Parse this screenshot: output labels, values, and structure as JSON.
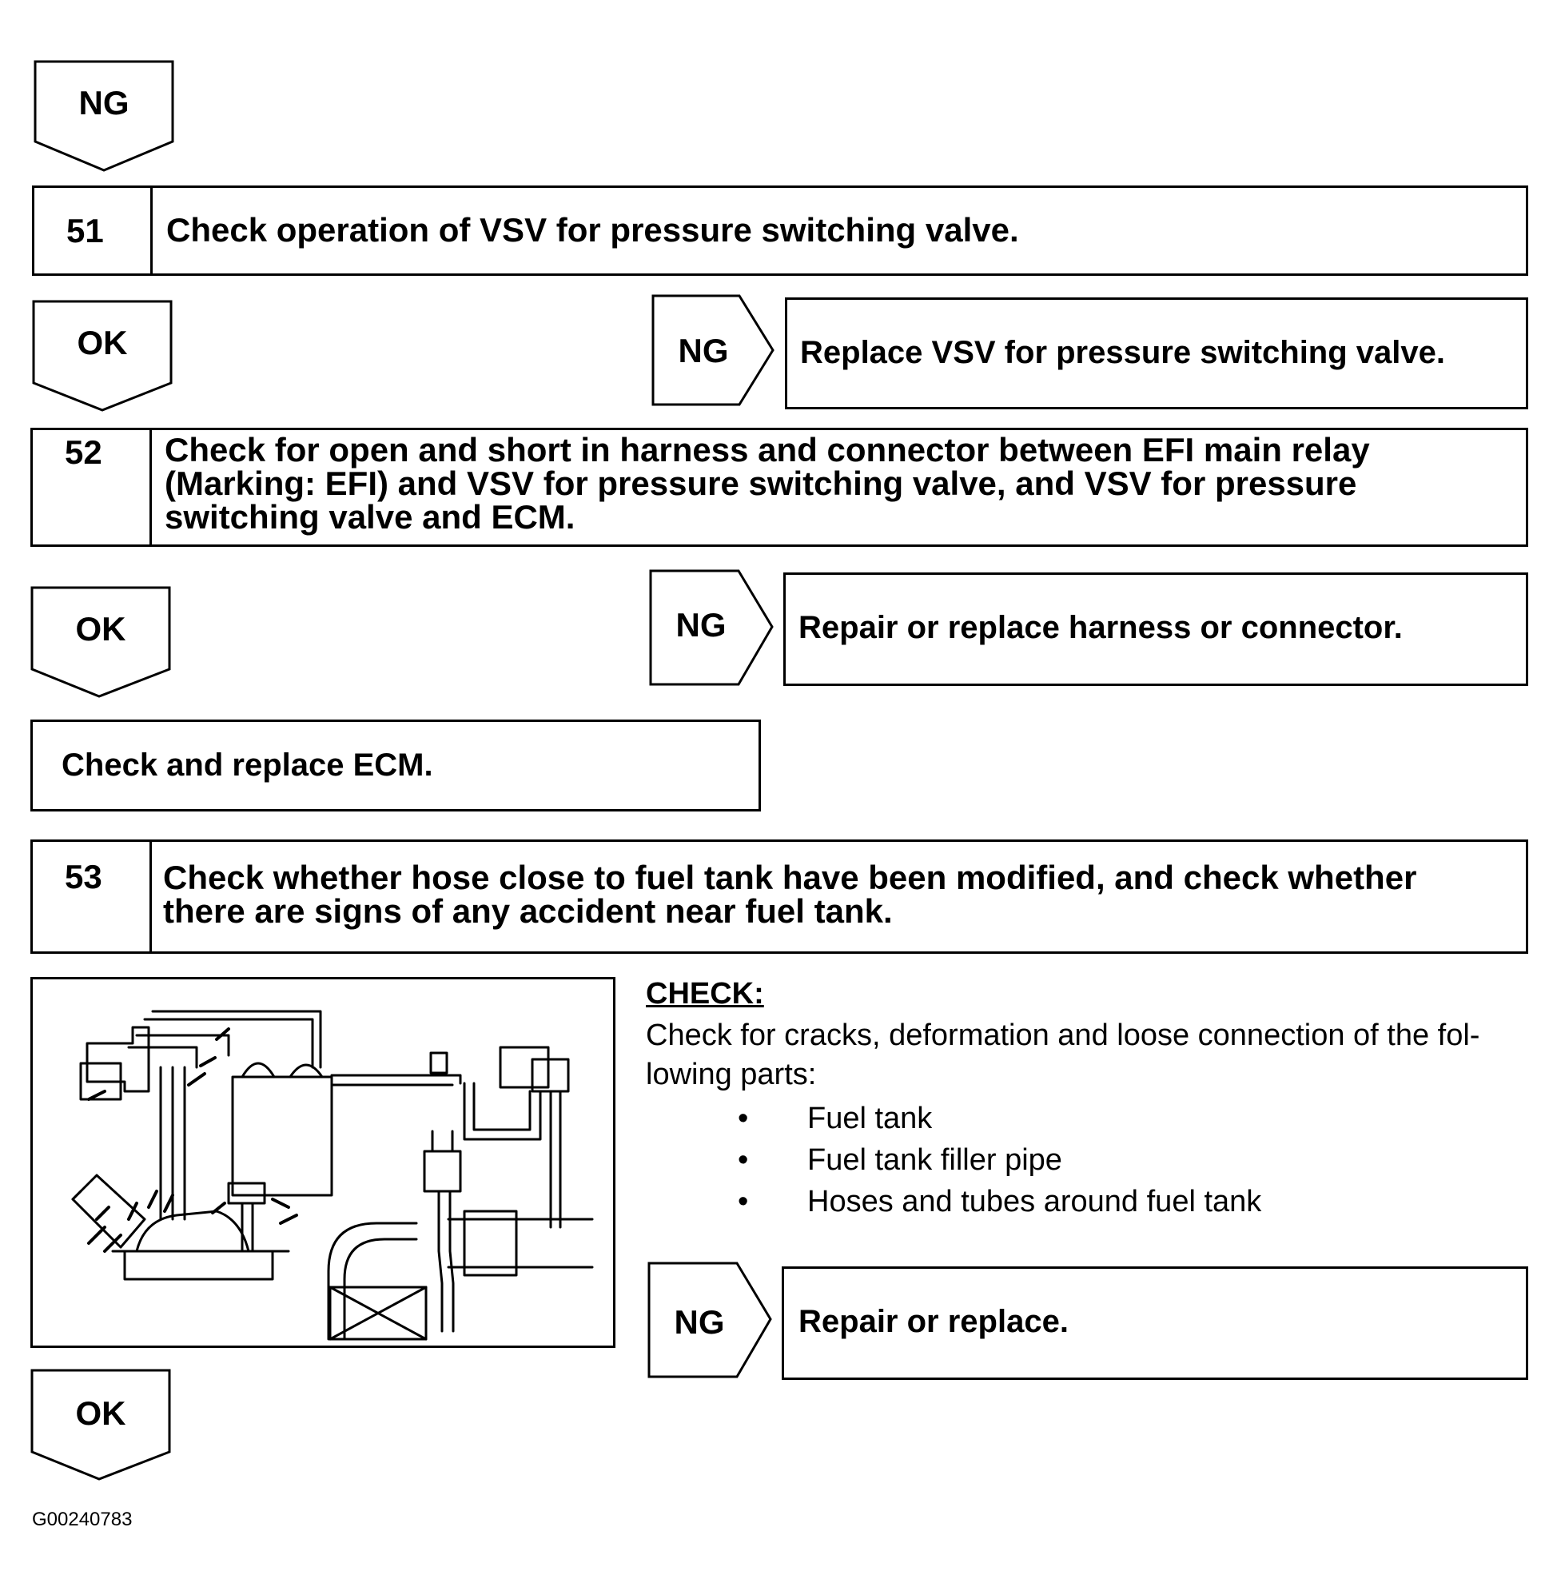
{
  "flow": {
    "ng_top": "NG",
    "step51": {
      "number": "51",
      "text": "Check operation of VSV for pressure switching valve."
    },
    "ok_51": "OK",
    "ng_51": "NG",
    "result_51": "Replace VSV for pressure switching valve.",
    "step52": {
      "number": "52",
      "lines": [
        "Check for open and short in harness and connector between EFI main relay",
        "(Marking: EFI) and VSV for pressure switching valve, and VSV for pressure",
        "switching valve and ECM."
      ]
    },
    "ok_52": "OK",
    "ng_52": "NG",
    "result_52": "Repair or replace harness or connector.",
    "final_52": "Check and replace ECM.",
    "step53": {
      "number": "53",
      "lines": [
        "Check whether hose close to fuel tank have been modified, and check whether",
        "there are signs of any accident near fuel tank."
      ]
    },
    "check": {
      "title": "CHECK:",
      "lines": [
        "Check for cracks, deformation and loose connection of the fol-",
        "lowing parts:"
      ],
      "parts": [
        "Fuel tank",
        "Fuel tank filler pipe",
        "Hoses and tubes around fuel tank"
      ]
    },
    "ng_53": "NG",
    "result_53": "Repair or replace.",
    "ok_53": "OK",
    "figure_id": "G00240783"
  }
}
